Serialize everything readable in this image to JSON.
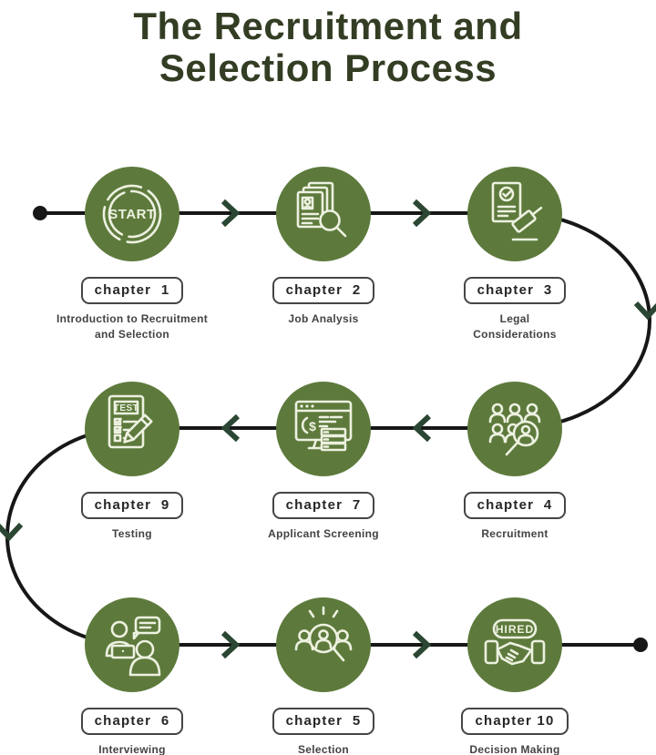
{
  "title": {
    "line1": "The Recruitment and",
    "line2": "Selection Process"
  },
  "colors": {
    "background": "#ffffff",
    "circle_green": "#5d7a3c",
    "icon_line": "#edf1e0",
    "flow_line": "#171717",
    "arrow_green": "#2b4733",
    "title_green": "#333d23",
    "badge_border": "#454545",
    "badge_text": "#262626",
    "label_text": "#434343"
  },
  "nodes": [
    {
      "badge": "chapter  1",
      "label": "Introduction to Recruitment\nand Selection",
      "icon": "start-icon",
      "icon_text": "START"
    },
    {
      "badge": "chapter  2",
      "label": "Job Analysis",
      "icon": "job-analysis-icon"
    },
    {
      "badge": "chapter  3",
      "label": "Legal\nConsiderations",
      "icon": "legal-considerations-icon"
    },
    {
      "badge": "chapter  4",
      "label": "Recruitment",
      "icon": "recruitment-icon"
    },
    {
      "badge": "chapter  7",
      "label": "Applicant Screening",
      "icon": "applicant-screening-icon"
    },
    {
      "badge": "chapter  9",
      "label": "Testing",
      "icon": "testing-icon",
      "icon_text": "TEST"
    },
    {
      "badge": "chapter  6",
      "label": "Interviewing",
      "icon": "interviewing-icon"
    },
    {
      "badge": "chapter  5",
      "label": "Selection",
      "icon": "selection-icon"
    },
    {
      "badge": "chapter 10",
      "label": "Decision Making",
      "icon": "decision-making-icon",
      "icon_text": "HIRED"
    }
  ]
}
